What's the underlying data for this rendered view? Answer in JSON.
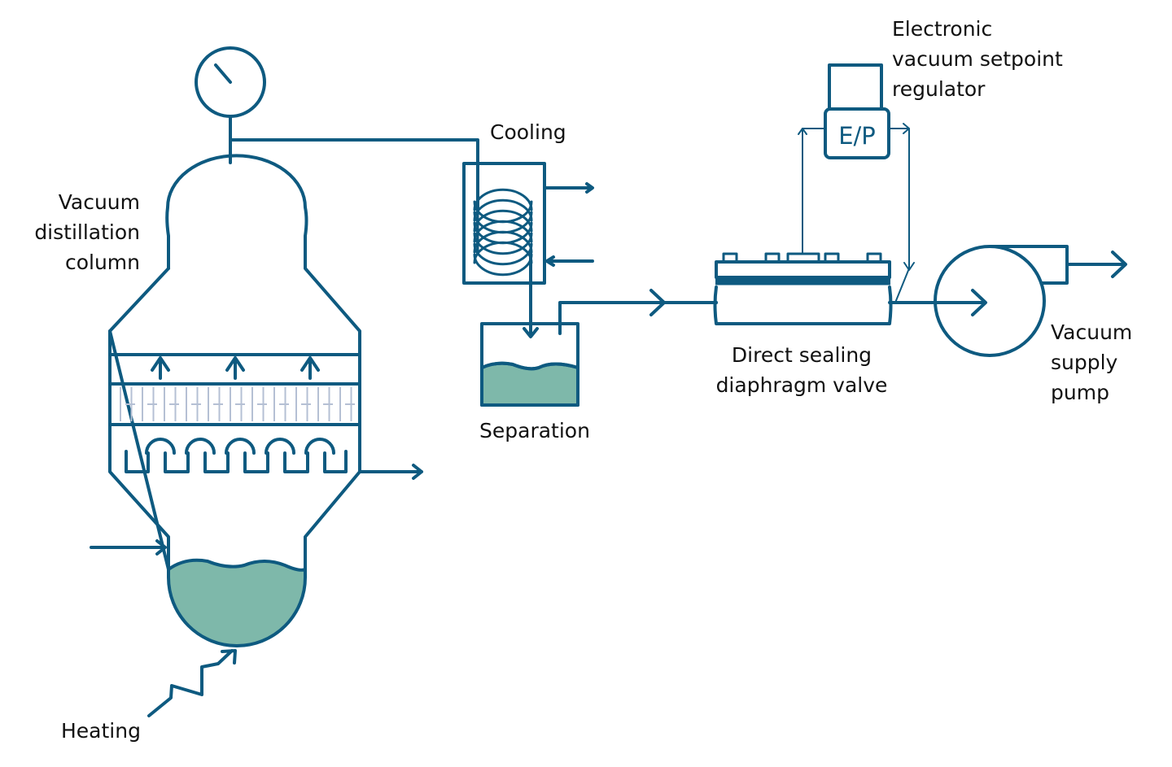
{
  "diagram": {
    "title": "Vacuum distillation process with direct sealing diaphragm valve",
    "colors": {
      "stroke": "#0e5a80",
      "liquid": "#7eb8aa",
      "packing": "#b5c0d4",
      "text": "#111111"
    },
    "labels": {
      "column": [
        "Vacuum",
        "distillation",
        "column"
      ],
      "cooling": "Cooling",
      "separation": "Separation",
      "regulator": [
        "Electronic",
        "vacuum setpoint",
        "regulator"
      ],
      "ep_converter": "E/P",
      "valve": [
        "Direct sealing",
        "diaphragm valve"
      ],
      "pump": [
        "Vacuum",
        "supply",
        "pump"
      ],
      "heating": "Heating"
    },
    "components": [
      {
        "id": "pressure-gauge",
        "name": "Pressure gauge"
      },
      {
        "id": "distillation-column",
        "name": "Vacuum distillation column"
      },
      {
        "id": "condenser",
        "name": "Cooling coil condenser"
      },
      {
        "id": "separator",
        "name": "Separation vessel"
      },
      {
        "id": "diaphragm-valve",
        "name": "Direct sealing diaphragm valve"
      },
      {
        "id": "ep-regulator",
        "name": "Electronic vacuum setpoint regulator (E/P)"
      },
      {
        "id": "vacuum-pump",
        "name": "Vacuum supply pump"
      },
      {
        "id": "heater",
        "name": "Heating"
      }
    ],
    "connections": [
      {
        "from": "distillation-column",
        "to": "condenser"
      },
      {
        "from": "condenser",
        "to": "separator"
      },
      {
        "from": "separator",
        "to": "diaphragm-valve"
      },
      {
        "from": "diaphragm-valve",
        "to": "vacuum-pump"
      },
      {
        "from": "diaphragm-valve",
        "to": "ep-regulator",
        "type": "signal"
      },
      {
        "from": "ep-regulator",
        "to": "diaphragm-valve",
        "type": "signal"
      }
    ]
  }
}
